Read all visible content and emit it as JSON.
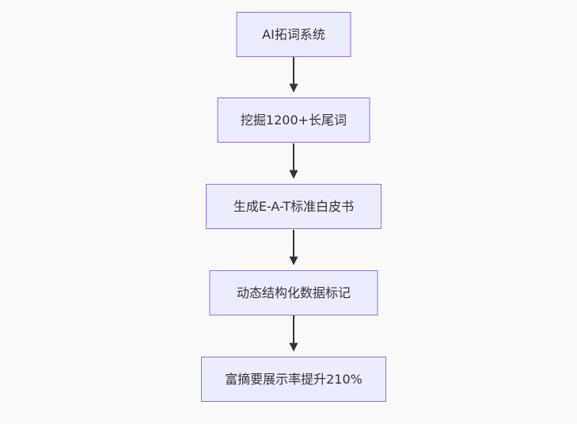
{
  "page": {
    "background_color": "#f9f9f9"
  },
  "flowchart": {
    "type": "flowchart",
    "direction": "top-down",
    "node_fill_color": "#ECECFF",
    "node_border_color": "#9370DB",
    "arrow_color": "#333333",
    "text_color": "#333333",
    "nodes": [
      {
        "label": "AI拓词系统"
      },
      {
        "label": "挖掘1200+长尾词"
      },
      {
        "label": "生成E-A-T标准白皮书"
      },
      {
        "label": "动态结构化数据标记"
      },
      {
        "label": "富摘要展示率提升210%"
      }
    ],
    "edges": [
      {
        "from": "AI拓词系统",
        "to": "挖掘1200+长尾词"
      },
      {
        "from": "挖掘1200+长尾词",
        "to": "生成E-A-T标准白皮书"
      },
      {
        "from": "生成E-A-T标准白皮书",
        "to": "动态结构化数据标记"
      },
      {
        "from": "动态结构化数据标记",
        "to": "富摘要展示率提升210%"
      }
    ]
  }
}
